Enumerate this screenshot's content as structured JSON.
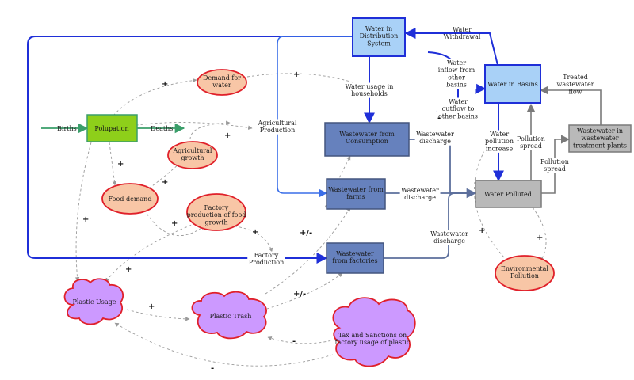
{
  "colors": {
    "blue": "#1f2fd8",
    "mid_blue": "#3a6ee8",
    "slate": "#5c6f9c",
    "grey_arrow": "#7a7a7a",
    "dash": "#9a9a9a",
    "green": "#3a9e6a",
    "population_fill": "#8ecf1a",
    "salmon": "#f8c6a6",
    "red_outline": "#e0202a",
    "purple": "#cc99ff",
    "light_blue": "#a9d1f7",
    "steel": "#6681bd",
    "grey_box": "#b9b9b9"
  },
  "nodes": {
    "water_distribution": "Water in Distribution System",
    "water_basins": "Water in Basins",
    "ww_consumption": "Wastewater from Consumption",
    "ww_farms": "Wastewater from farms",
    "ww_factories": "Wastewater from factories",
    "water_polluted": "Water Polluted",
    "ww_treatment": "Wastewater in wastewater treatment plants",
    "population": "Polupation",
    "demand_water": "Demand for water",
    "agri_growth": "Agricultural growth",
    "food_demand": "Food demand",
    "factory_food": "Factory production of food growth",
    "env_pollution": "Environmental Pollution",
    "plastic_usage": "Plastic Usage",
    "plastic_trash": "Plastic Trash",
    "tax": "Tax and Sanctions on factory usage of plastic"
  },
  "labels": {
    "births": "Births",
    "deaths": "Deaths",
    "water_withdrawal": "Water Withdrawal",
    "water_usage_households": "Water usage in households",
    "water_inflow": "Water inflow from other basins",
    "water_outflow": "Water outflow to other basins",
    "treated_flow": "Treated wastewater flow",
    "water_pollution_increase": "Water pollution increase",
    "pollution_spread_1": "Pollution spread",
    "pollution_spread_2": "Pollution spread",
    "agricultural_production": "Agricultural Production",
    "factory_production": "Factory Production",
    "ww_discharge_1": "Wastewater discharge",
    "ww_discharge_2": "Wastewater discharge",
    "ww_discharge_3": "Wastewater discharge"
  },
  "signs": {
    "plus": "+",
    "minus": "-",
    "plus_minus": "+/-"
  }
}
